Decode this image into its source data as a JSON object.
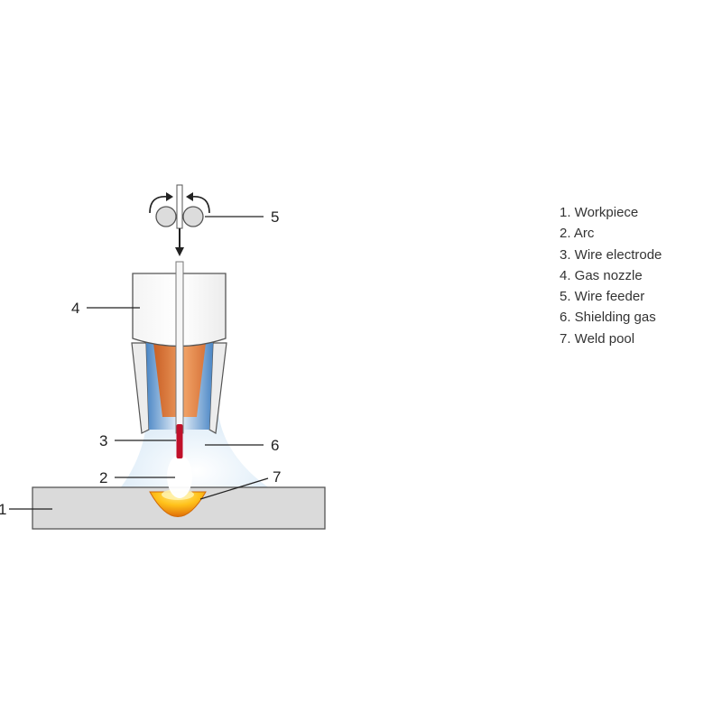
{
  "callouts": {
    "workpiece": "1",
    "arc": "2",
    "wire_electrode": "3",
    "gas_nozzle": "4",
    "wire_feeder": "5",
    "shielding_gas": "6",
    "weld_pool": "7"
  },
  "legend": [
    "1. Workpiece",
    "2. Arc",
    "3. Wire electrode",
    "4. Gas nozzle",
    "5. Wire feeder",
    "6. Shielding gas",
    "7. Weld pool"
  ],
  "colors": {
    "workpiece": "#d9d9d9",
    "nozzle_inner": "#4a86c5",
    "contact_tube": "#e88a4c",
    "electrode_tip": "#c0102a",
    "weld_pool_outer": "#ec9a10",
    "weld_pool_inner": "#ffd233",
    "shielding_gas": "#d9ebf7",
    "outline": "#555555"
  }
}
